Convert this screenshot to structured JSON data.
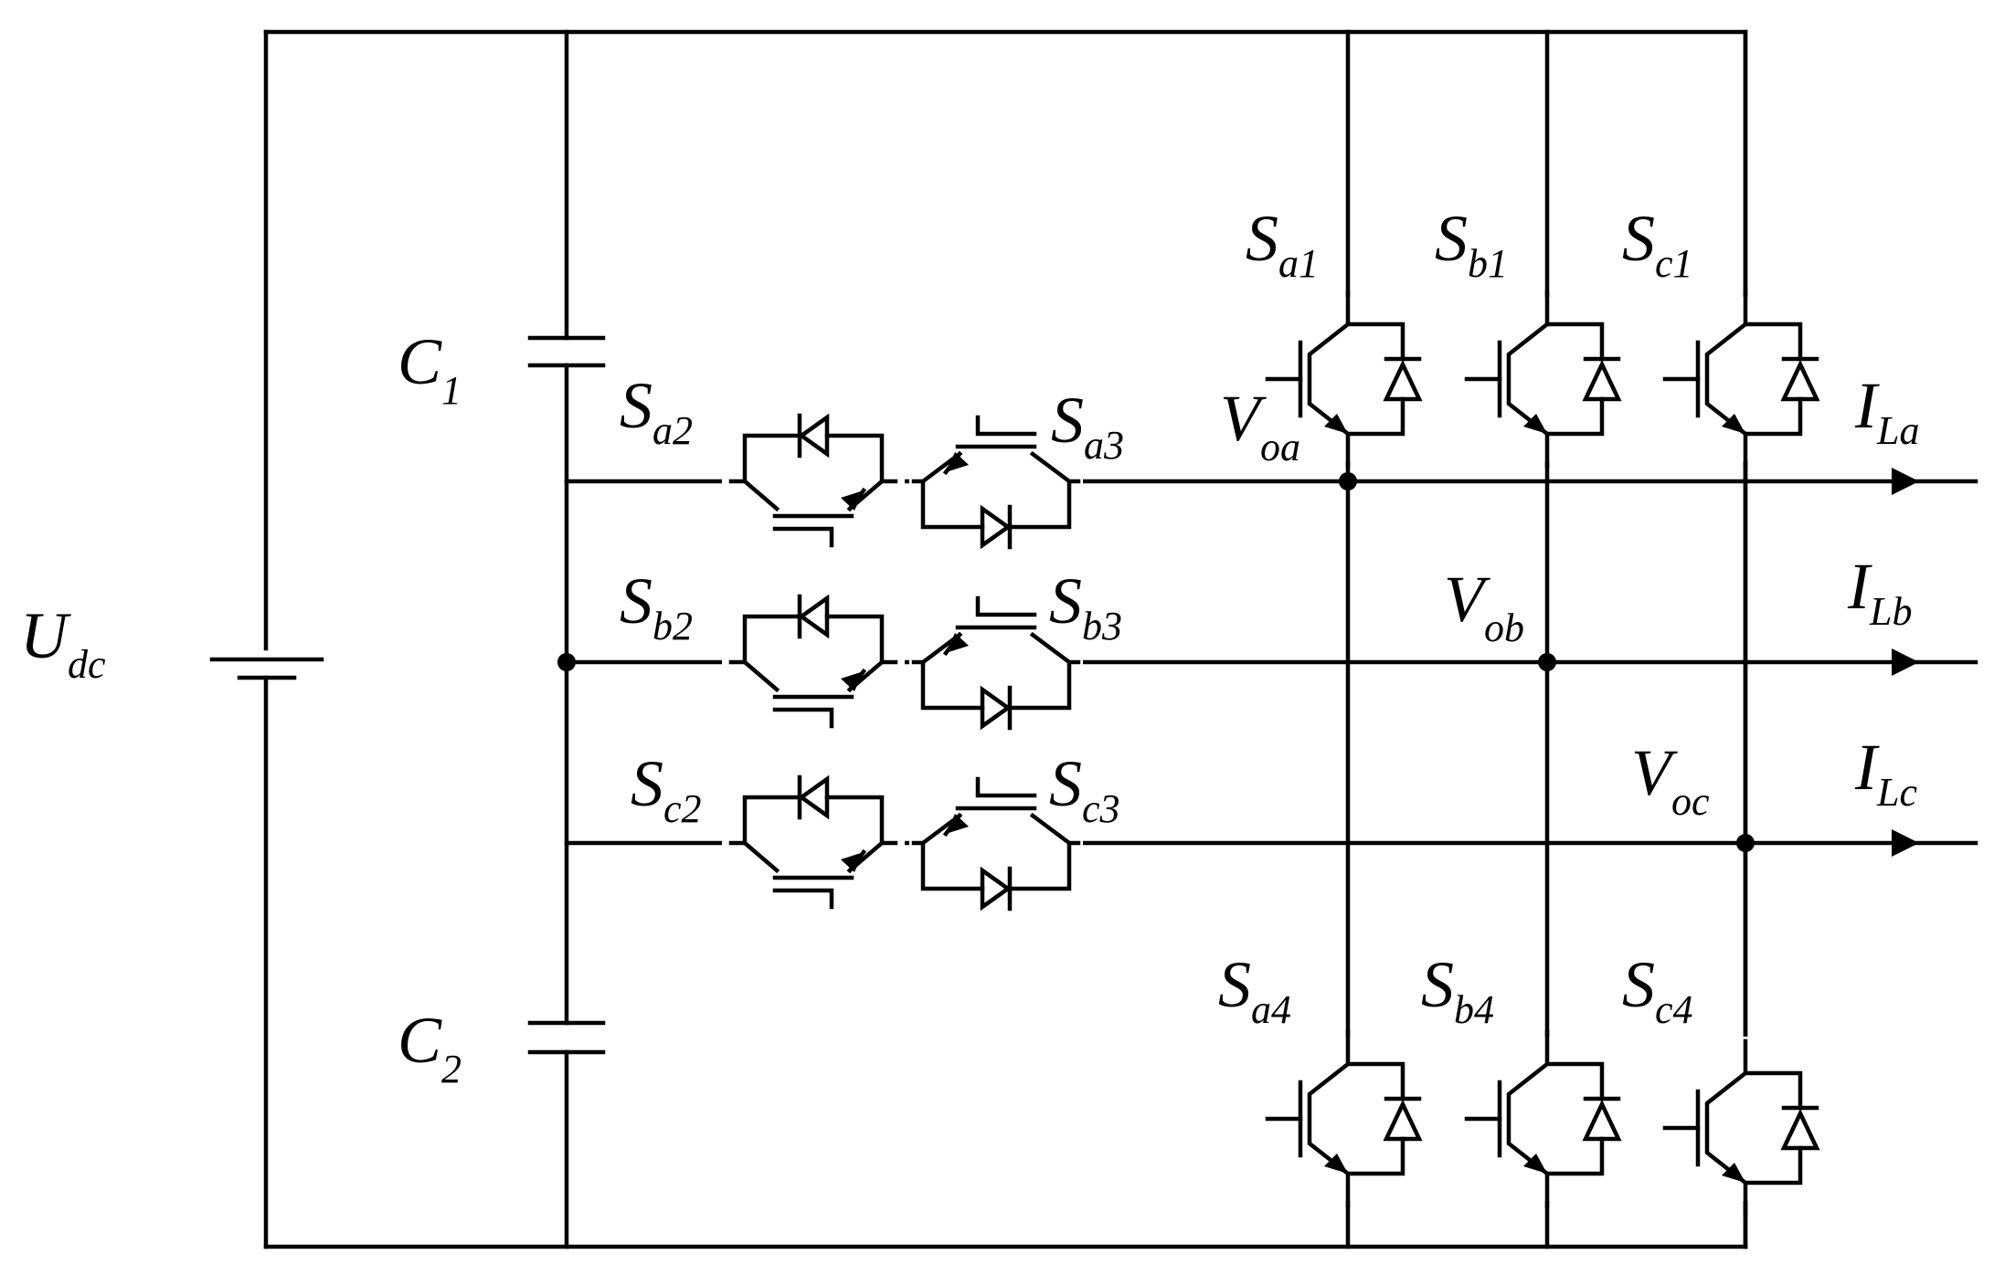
{
  "diagram": {
    "source": {
      "main": "U",
      "sub": "dc"
    },
    "capacitors": [
      {
        "main": "C",
        "sub": "1"
      },
      {
        "main": "C",
        "sub": "2"
      }
    ],
    "middle_switches": [
      {
        "left": {
          "main": "S",
          "sub": "a2"
        },
        "right": {
          "main": "S",
          "sub": "a3"
        }
      },
      {
        "left": {
          "main": "S",
          "sub": "b2"
        },
        "right": {
          "main": "S",
          "sub": "b3"
        }
      },
      {
        "left": {
          "main": "S",
          "sub": "c2"
        },
        "right": {
          "main": "S",
          "sub": "c3"
        }
      }
    ],
    "upper_switches": [
      {
        "main": "S",
        "sub": "a1"
      },
      {
        "main": "S",
        "sub": "b1"
      },
      {
        "main": "S",
        "sub": "c1"
      }
    ],
    "lower_switches": [
      {
        "main": "S",
        "sub": "a4"
      },
      {
        "main": "S",
        "sub": "b4"
      },
      {
        "main": "S",
        "sub": "c4"
      }
    ],
    "output_voltages": [
      {
        "main": "V",
        "sub": "oa"
      },
      {
        "main": "V",
        "sub": "ob"
      },
      {
        "main": "V",
        "sub": "oc"
      }
    ],
    "load_currents": [
      {
        "main": "I",
        "sub": "La"
      },
      {
        "main": "I",
        "sub": "Lb"
      },
      {
        "main": "I",
        "sub": "Lc"
      }
    ]
  }
}
